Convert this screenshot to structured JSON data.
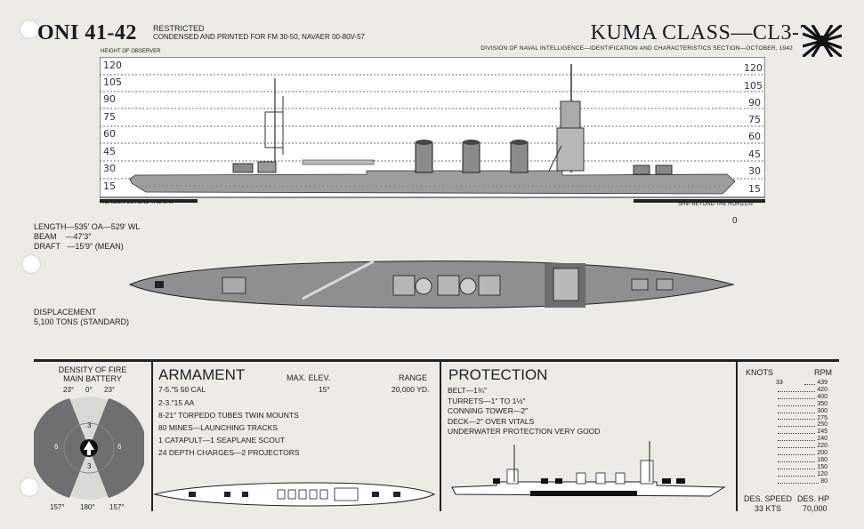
{
  "header": {
    "publication": "ONI 41-42",
    "restricted_line1": "RESTRICTED",
    "restricted_line2": "CONDENSED AND PRINTED FOR FM 30-50, NAVAER 00-80V-57",
    "class_title": "KUMA CLASS—CL3-7",
    "division": "DIVISION OF NAVAL INTELLIGENCE—IDENTIFICATION AND CHARACTERISTICS SECTION—OCTOBER, 1942"
  },
  "profile": {
    "height_label": "HEIGHT OF OBSERVER",
    "heights": [
      "120",
      "105",
      "90",
      "75",
      "60",
      "45",
      "30",
      "15"
    ],
    "horizon_left": "HORIZON BEYOND THE SHIP",
    "horizon_right": "SHIP BEYOND THE HORIZON",
    "zero_label": "0"
  },
  "dimensions": {
    "length": "LENGTH—535′ OA—529′ WL",
    "beam": "BEAM    —47′3″",
    "draft": "DRAFT   —15′9″ (MEAN)"
  },
  "displacement": {
    "label": "DISPLACEMENT",
    "value": "5,100 TONS (STANDARD)"
  },
  "density": {
    "title_line1": "DENSITY OF FIRE",
    "title_line2": "MAIN BATTERY",
    "angle_left": "23°",
    "angle_center": "0°",
    "angle_right": "23°",
    "bottom_left": "157°",
    "bottom_center": "180°",
    "bottom_right": "157°",
    "sector_forward": "3",
    "sector_side_left": "6",
    "sector_side_right": "6",
    "sector_aft": "3"
  },
  "armament": {
    "title": "ARMAMENT",
    "col_elev": "MAX. ELEV.",
    "col_range": "RANGE",
    "items": [
      {
        "text": "7-5.″5  50 CAL",
        "elev": "15°",
        "range": "20,000 YD."
      },
      {
        "text": "2-3.″15 AA",
        "elev": "",
        "range": ""
      },
      {
        "text": "8-21″ TORPEDO TUBES TWIN MOUNTS",
        "elev": "",
        "range": ""
      },
      {
        "text": "80 MINES—LAUNCHING TRACKS",
        "elev": "",
        "range": ""
      },
      {
        "text": "1 CATAPULT—1 SEAPLANE SCOUT",
        "elev": "",
        "range": ""
      },
      {
        "text": "24 DEPTH CHARGES—2 PROJECTORS",
        "elev": "",
        "range": ""
      }
    ]
  },
  "protection": {
    "title": "PROTECTION",
    "items": [
      "BELT—1¾″",
      "TURRETS—1″ TO 1½″",
      "CONNING TOWER—2″",
      "DECK—2″ OVER VITALS",
      "UNDERWATER PROTECTION VERY GOOD"
    ]
  },
  "speed": {
    "knots_label": "KNOTS",
    "rpm_label": "RPM",
    "rows": [
      {
        "knots": "33",
        "rpm": "439"
      },
      {
        "knots": "",
        "rpm": "420"
      },
      {
        "knots": "",
        "rpm": "400"
      },
      {
        "knots": "",
        "rpm": "350"
      },
      {
        "knots": "",
        "rpm": "300"
      },
      {
        "knots": "",
        "rpm": "275"
      },
      {
        "knots": "",
        "rpm": "250"
      },
      {
        "knots": "",
        "rpm": "245"
      },
      {
        "knots": "",
        "rpm": "240"
      },
      {
        "knots": "",
        "rpm": "220"
      },
      {
        "knots": "",
        "rpm": "200"
      },
      {
        "knots": "",
        "rpm": "160"
      },
      {
        "knots": "",
        "rpm": "150"
      },
      {
        "knots": "",
        "rpm": "120"
      },
      {
        "knots": "",
        "rpm": "80"
      }
    ],
    "des_speed_label": "DES. SPEED",
    "des_hp_label": "DES. HP",
    "des_speed": "33 KTS",
    "des_hp": "70,000"
  }
}
